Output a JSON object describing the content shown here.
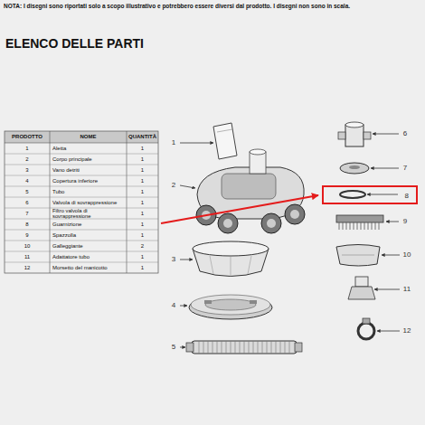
{
  "diagram": {
    "title": "ELENCO DELLE PARTI",
    "nodes": [
      {
        "text": [
          "8"
        ]
      }
    ],
    "labels": [
      "NOTA: I disegni sono riportati solo a scopo illustrativo e potrebbero essere diversi dal prodotto. I disegni non sono in scala.",
      "PRODOTTO",
      "NOME",
      "QUANTITÀ",
      "1",
      "Aletta",
      "1",
      "2",
      "Corpo principale",
      "1",
      "3",
      "Vano detriti",
      "1",
      "4",
      "Copertura inferiore",
      "1",
      "5",
      "Tubo",
      "1",
      "6",
      "Valvola di sovrappressione",
      "1",
      "7",
      "Filtro valvola di sovrappressione",
      "1",
      "8",
      "Guarnizione",
      "1",
      "9",
      "Spazzolla",
      "1",
      "10",
      "Galleggiante",
      "2",
      "11",
      "Adattatore tubo",
      "1",
      "12",
      "Morsetto del manicotto",
      "1",
      "1",
      "2",
      "3",
      "4",
      "5",
      "6",
      "7",
      "9",
      "10",
      "11",
      "12"
    ]
  }
}
